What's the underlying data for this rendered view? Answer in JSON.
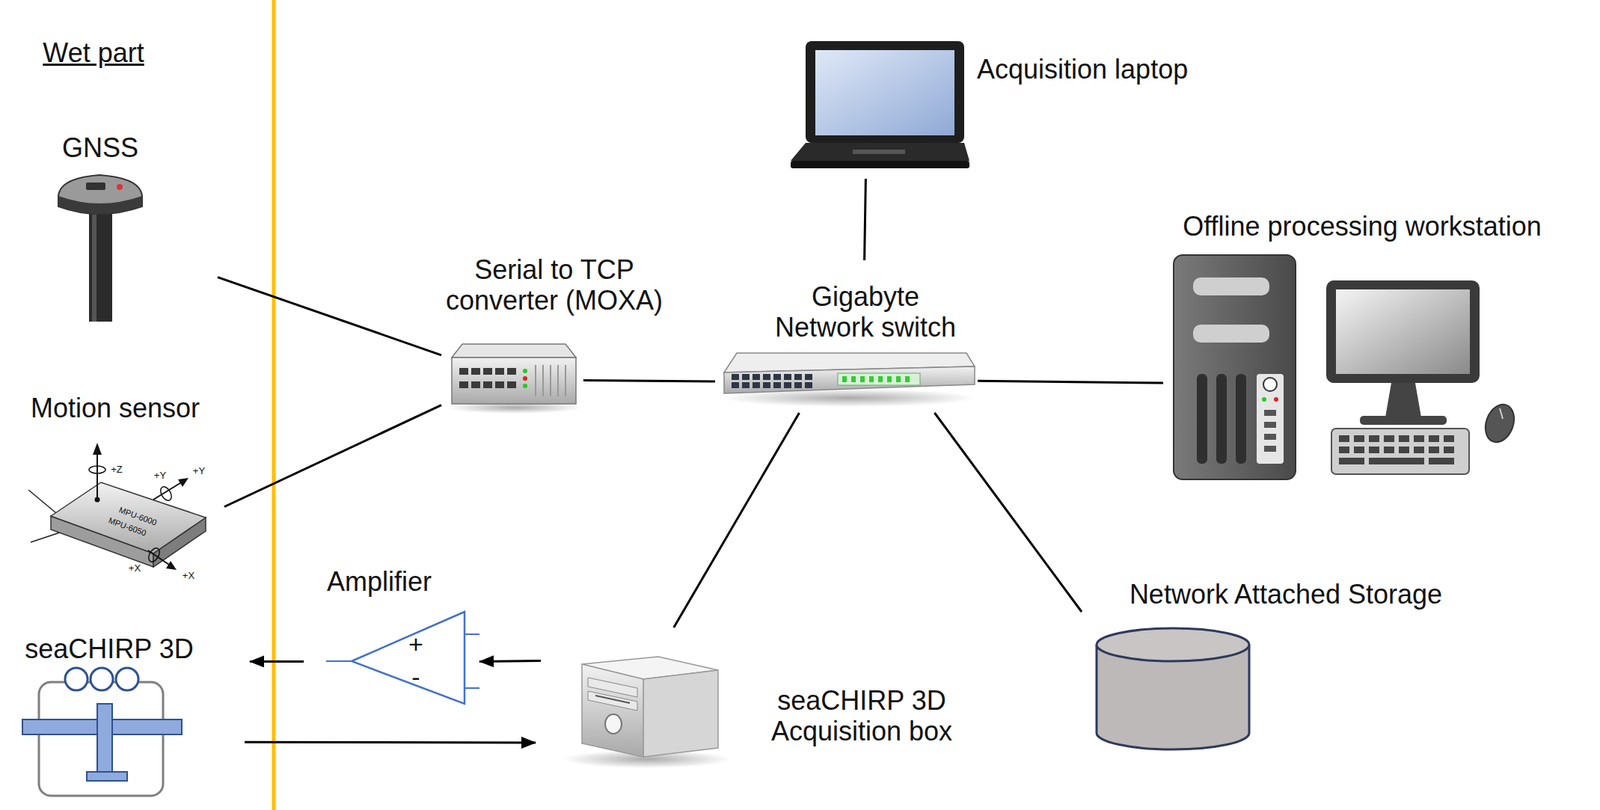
{
  "diagram": {
    "nodes": [
      {
        "text": [
          "GNSS"
        ]
      },
      {
        "text": [
          "Motion sensor"
        ]
      },
      {
        "text": [
          "seaCHIRP 3D"
        ]
      },
      {
        "text": [
          "Acquisition laptop"
        ]
      },
      {
        "text": [
          "Serial to TCP converter (MOXA)"
        ]
      },
      {
        "text": [
          "Gigabyte Network switch"
        ]
      },
      {
        "text": [
          "Offline processing workstation"
        ]
      },
      {
        "text": [
          "Amplifier"
        ]
      },
      {
        "text": [
          "seaCHIRP 3D Acquisition box"
        ]
      },
      {
        "text": [
          "Network Attached Storage"
        ]
      }
    ],
    "edges": [
      {
        "from": 0,
        "to": 4,
        "arrow": "none"
      },
      {
        "from": 1,
        "to": 4,
        "arrow": "none"
      },
      {
        "from": 4,
        "to": 5,
        "arrow": "none"
      },
      {
        "from": 3,
        "to": 5,
        "arrow": "none"
      },
      {
        "from": 5,
        "to": 6,
        "arrow": "none"
      },
      {
        "from": 5,
        "to": 8,
        "arrow": "none"
      },
      {
        "from": 5,
        "to": 9,
        "arrow": "none"
      },
      {
        "from": 8,
        "to": 7,
        "arrow": "to"
      },
      {
        "from": 7,
        "to": 2,
        "arrow": "to"
      },
      {
        "from": 2,
        "to": 8,
        "arrow": "to"
      }
    ],
    "labels": [
      "Wet part",
      "+Z",
      "+Y",
      "+Y",
      "+X",
      "+X",
      "MPU-6000",
      "MPU-6050",
      "+",
      "-"
    ]
  }
}
